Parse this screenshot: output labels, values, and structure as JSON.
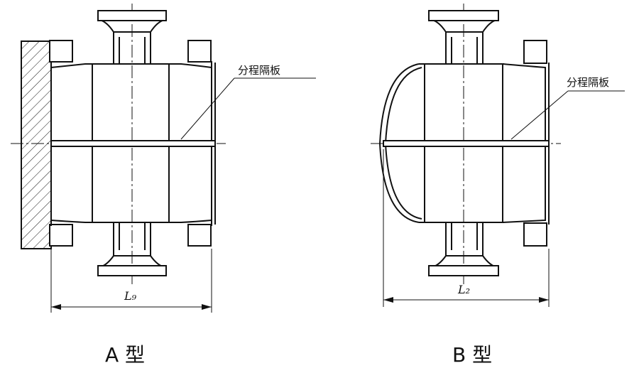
{
  "diagram_a": {
    "partition_label": "分程隔板",
    "dimension_label": "L₉",
    "caption": "A 型"
  },
  "diagram_b": {
    "partition_label": "分程隔板",
    "dimension_label": "L₂",
    "caption": "B 型"
  }
}
